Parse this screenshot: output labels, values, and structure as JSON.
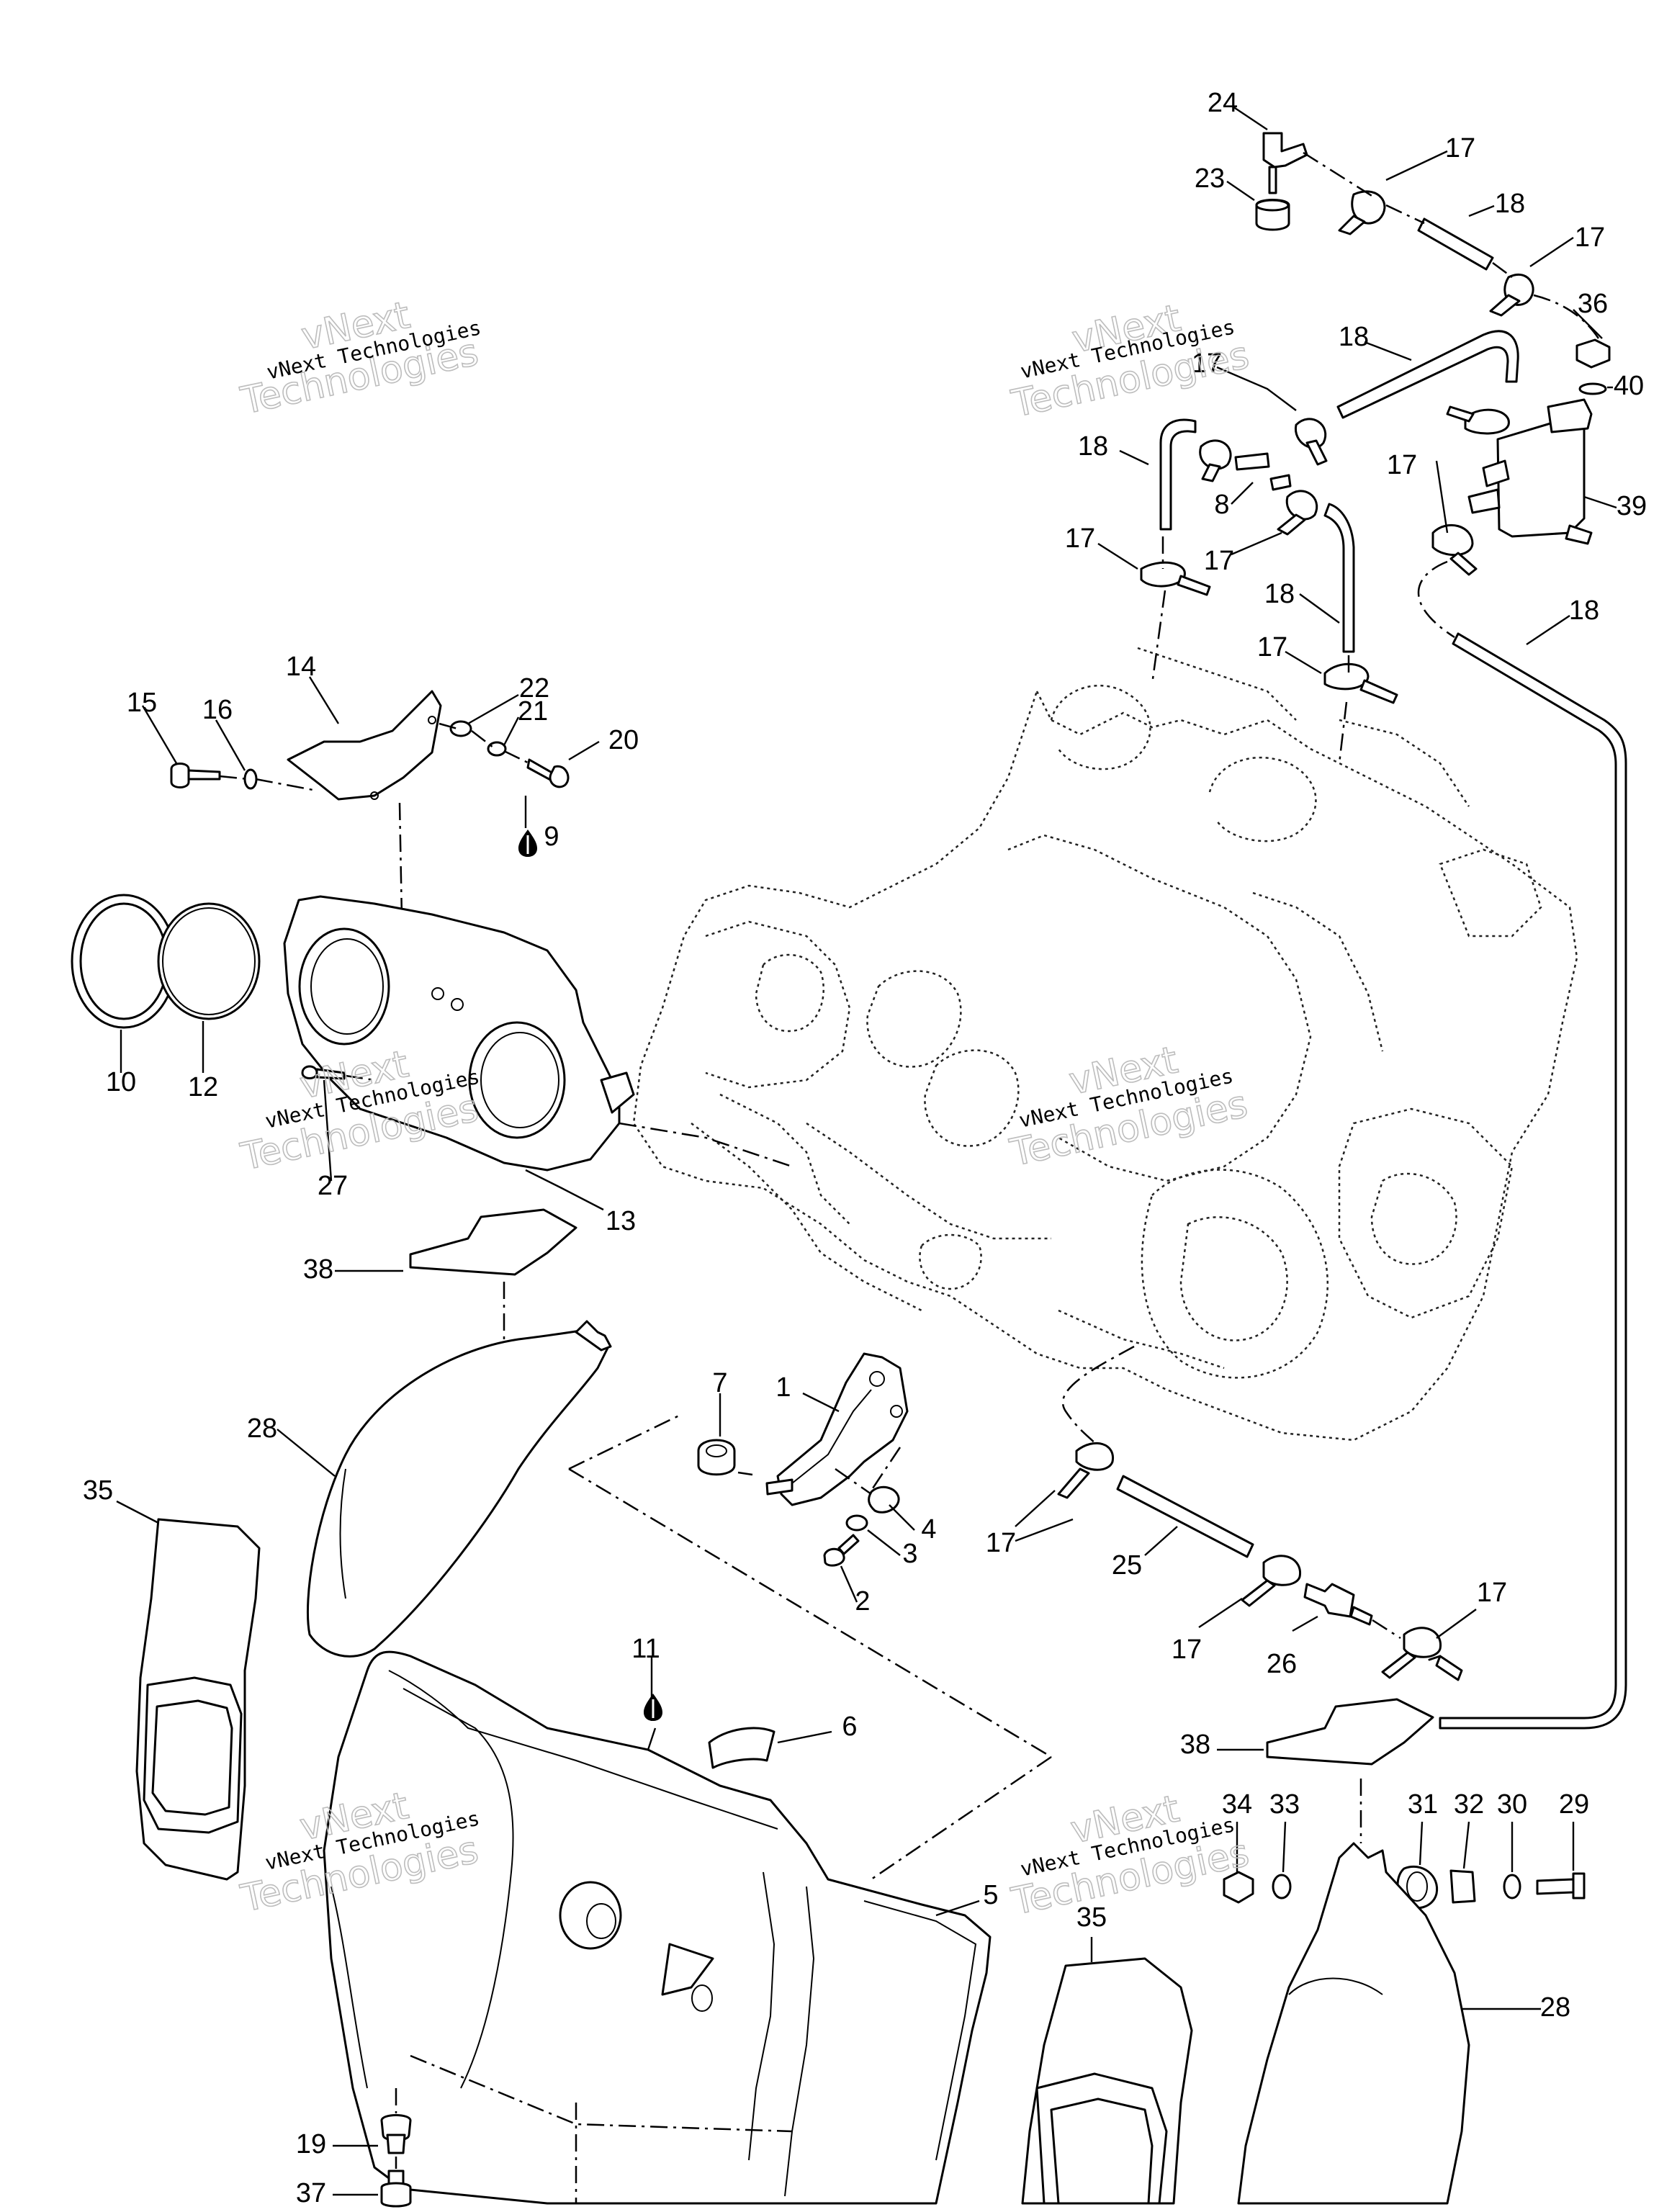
{
  "watermark": {
    "line_small": "vNext Technologies",
    "line_large_1": "vNext",
    "line_large_2": "Technologies"
  },
  "callouts": [
    "1",
    "2",
    "3",
    "4",
    "5",
    "6",
    "7",
    "8",
    "9",
    "10",
    "11",
    "12",
    "13",
    "14",
    "15",
    "16",
    "17",
    "18",
    "19",
    "20",
    "21",
    "22",
    "23",
    "24",
    "25",
    "26",
    "27",
    "28",
    "29",
    "30",
    "31",
    "32",
    "33",
    "34",
    "35",
    "36",
    "37",
    "38",
    "39",
    "40"
  ],
  "colors": {
    "ink": "#000000",
    "paper": "#ffffff",
    "watermark": "#bdbdbd"
  }
}
